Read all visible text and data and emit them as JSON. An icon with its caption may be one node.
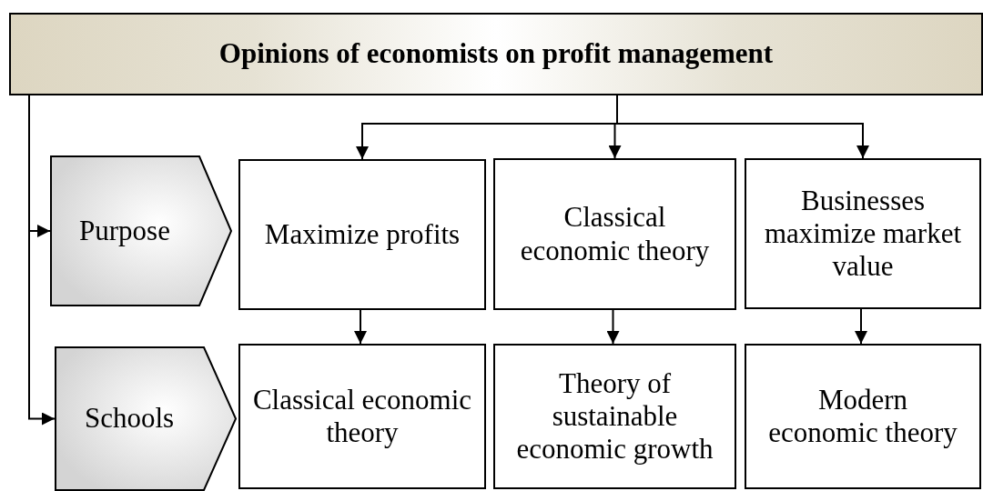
{
  "diagram": {
    "nodes": [
      {
        "text": [
          "Opinions of economists on profit management"
        ]
      },
      {
        "text": [
          "Purpose"
        ]
      },
      {
        "text": [
          "Maximize profits"
        ]
      },
      {
        "text": [
          "Classical economic theory"
        ]
      },
      {
        "text": [
          "Businesses maximize market value"
        ]
      },
      {
        "text": [
          "Schools"
        ]
      },
      {
        "text": [
          "Classical economic theory"
        ]
      },
      {
        "text": [
          "Theory of sustainable economic growth"
        ]
      },
      {
        "text": [
          "Modern economic theory"
        ]
      }
    ],
    "edges": [
      {
        "from": 0,
        "to": 1,
        "arrow": "to"
      },
      {
        "from": 0,
        "to": 5,
        "arrow": "to"
      },
      {
        "from": 0,
        "to": 2,
        "arrow": "to"
      },
      {
        "from": 0,
        "to": 3,
        "arrow": "to"
      },
      {
        "from": 0,
        "to": 4,
        "arrow": "to"
      },
      {
        "from": 2,
        "to": 6,
        "arrow": "to"
      },
      {
        "from": 3,
        "to": 7,
        "arrow": "to"
      },
      {
        "from": 4,
        "to": 8,
        "arrow": "to"
      }
    ]
  }
}
